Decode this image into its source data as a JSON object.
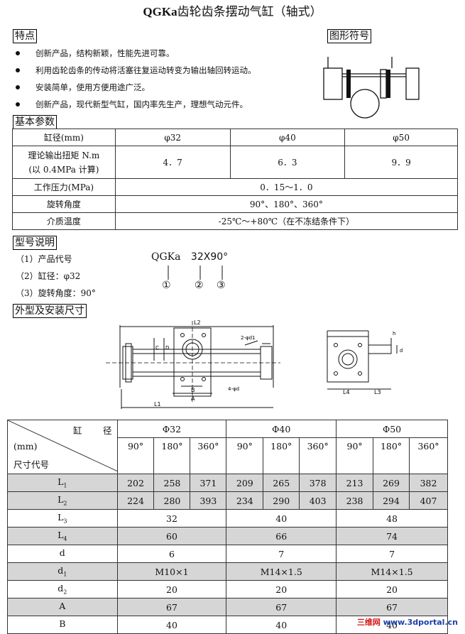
{
  "title": {
    "model": "QGKa",
    "rest": "齿轮齿条摆动气缸（轴式）"
  },
  "sections": {
    "features": "特点",
    "symbol": "图形符号",
    "basic_params": "基本参数",
    "model_desc": "型号说明",
    "dims": "外型及安装尺寸"
  },
  "features": [
    "创新产品，结构新颖，性能先进可靠。",
    "利用齿轮齿条的传动将活塞往复运动转变为输出轴回转运动。",
    "安装简单，使用方便用途广泛。",
    "创新产品，现代新型气缸，国内率先生产，理想气动元件。"
  ],
  "params": {
    "bore_label": "缸径(mm)",
    "bores": [
      "φ32",
      "φ40",
      "φ50"
    ],
    "torque_label_1": "理论输出扭矩 N.m",
    "torque_label_2": "(以 0.4MPa 计算)",
    "torques": [
      "4．7",
      "6．3",
      "9．9"
    ],
    "pressure_label": "工作压力(MPa)",
    "pressure": "0．15～1．0",
    "angle_label": "旋转角度",
    "angle": "90°、180°、360°",
    "temp_label": "介质温度",
    "temp": "-25℃～+80℃（在不冻结条件下）"
  },
  "model": {
    "items": [
      "（1）产品代号",
      "（2）缸径：φ32",
      "（3）旋转角度：90°"
    ],
    "code_prefix": "QGKa",
    "code_suffix": "32X90°",
    "markers": [
      "①",
      "②",
      "③"
    ]
  },
  "drawing_labels": {
    "L2": "L2",
    "L1": "L1",
    "L3": "L3",
    "L4": "L4",
    "A": "A",
    "B": "B",
    "C": "C",
    "D": "D",
    "d2": "2-φd1",
    "d4": "4-φd",
    "h": "h",
    "d": "d"
  },
  "dim_table": {
    "bore_word_1": "缸",
    "bore_word_2": "径",
    "mm": "(mm)",
    "code_label": "尺寸代号",
    "bores": [
      "Φ32",
      "Φ40",
      "Φ50"
    ],
    "angles": [
      "90°",
      "180°",
      "360°",
      "90°",
      "180°",
      "360°",
      "90°",
      "180°",
      "360°"
    ],
    "rows_full": [
      {
        "label": "L",
        "sub": "1",
        "values": [
          "202",
          "258",
          "371",
          "209",
          "265",
          "378",
          "213",
          "269",
          "382"
        ]
      },
      {
        "label": "L",
        "sub": "2",
        "values": [
          "224",
          "280",
          "393",
          "234",
          "290",
          "403",
          "238",
          "294",
          "407"
        ]
      }
    ],
    "rows_group": [
      {
        "label": "L",
        "sub": "3",
        "values": [
          "32",
          "40",
          "48"
        ]
      },
      {
        "label": "L",
        "sub": "4",
        "values": [
          "60",
          "66",
          "74"
        ]
      },
      {
        "label": "d",
        "sub": "",
        "values": [
          "6",
          "7",
          "7"
        ]
      },
      {
        "label": "d",
        "sub": "1",
        "values": [
          "M10×1",
          "M14×1.5",
          "M14×1.5"
        ]
      },
      {
        "label": "d",
        "sub": "2",
        "values": [
          "20",
          "20",
          "20"
        ]
      },
      {
        "label": "A",
        "sub": "",
        "values": [
          "67",
          "67",
          "67"
        ]
      },
      {
        "label": "B",
        "sub": "",
        "values": [
          "40",
          "40",
          "40"
        ]
      }
    ]
  },
  "watermark": "三维网 www.3dportal.cn",
  "colors": {
    "row_shade": "#d6d6d6",
    "watermark_red": "#d21818",
    "watermark_blue": "#1a3fa8"
  }
}
